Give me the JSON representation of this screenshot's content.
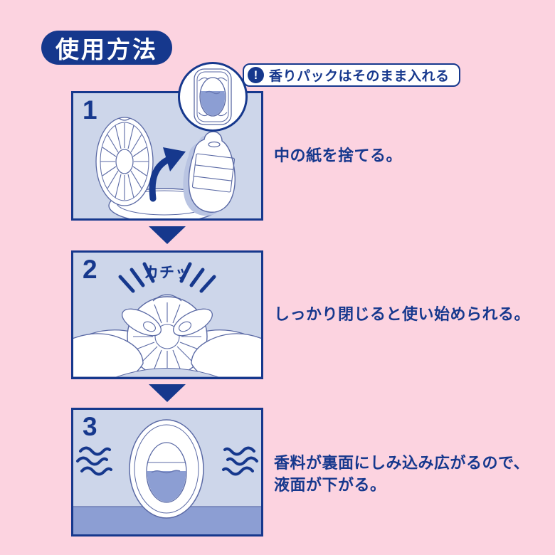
{
  "title": {
    "label": "使用方法"
  },
  "callout": {
    "icon_glyph": "!",
    "text": "香りパックはそのまま入れる"
  },
  "steps": [
    {
      "number": "1",
      "caption": "中の紙を捨てる。"
    },
    {
      "number": "2",
      "caption": "しっかり閉じると使い始められる。",
      "sfx": "カチッ"
    },
    {
      "number": "3",
      "caption": "香料が裏面にしみ込み広がるので、\n液面が下がる。"
    }
  ],
  "colors": {
    "background_pink": "#fcd3e0",
    "navy": "#16388d",
    "panel_blue": "#cdd6ea",
    "liquid_blue": "#8c9ed3",
    "outline_blue": "#5b6aa5",
    "white": "#ffffff"
  }
}
